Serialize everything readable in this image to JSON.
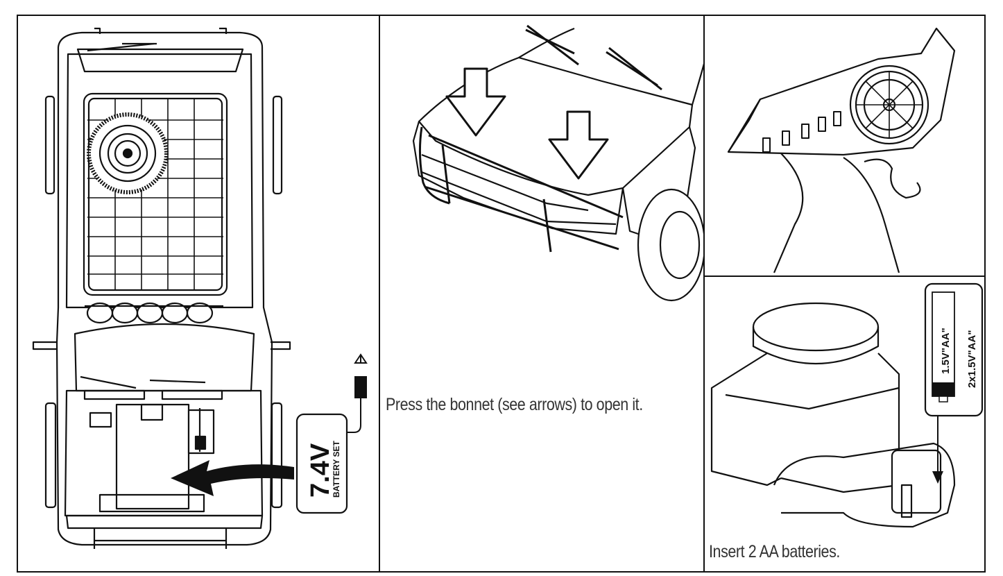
{
  "panels": {
    "battery_install": {
      "label_voltage": "7.4V",
      "label_sub": "BATTERY SET"
    },
    "bonnet": {
      "caption": "Press the bonnet (see arrows) to open it."
    },
    "transmitter_batteries": {
      "cell_label": "1.5V\"AA\"",
      "pack_label": "2x1.5V\"AA\"",
      "caption": "Insert 2 AA batteries."
    }
  }
}
